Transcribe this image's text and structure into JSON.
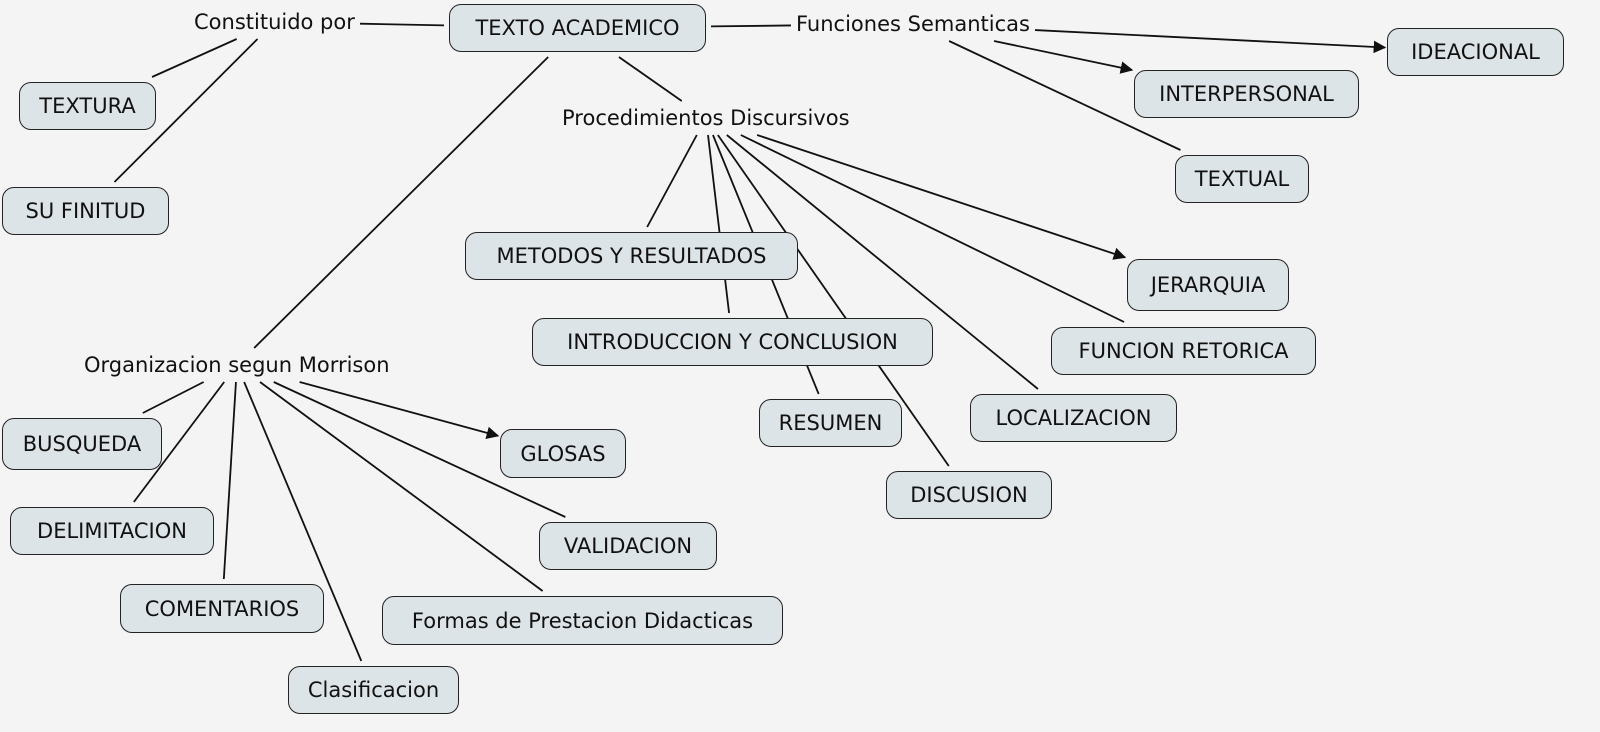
{
  "concepts": {
    "texto_academico": "TEXTO ACADEMICO",
    "textura": "TEXTURA",
    "su_finitud": "SU FINITUD",
    "ideacional": "IDEACIONAL",
    "interpersonal": "INTERPERSONAL",
    "textual": "TEXTUAL",
    "metodos_resultados": "METODOS Y RESULTADOS",
    "introduccion_conclusion": "INTRODUCCION Y CONCLUSION",
    "resumen": "RESUMEN",
    "discusion": "DISCUSION",
    "localizacion": "LOCALIZACION",
    "funcion_retorica": "FUNCION RETORICA",
    "jerarquia": "JERARQUIA",
    "busqueda": "BUSQUEDA",
    "delimitacion": "DELIMITACION",
    "comentarios": "COMENTARIOS",
    "clasificacion": "Clasificacion",
    "formas_prestacion": "Formas de Prestacion Didacticas",
    "validacion": "VALIDACION",
    "glosas": "GLOSAS"
  },
  "linking_phrases": {
    "constituido_por": "Constituido por",
    "funciones_semanticas": "Funciones Semanticas",
    "procedimientos_discursivos": "Procedimientos Discursivos",
    "organizacion_morrison": "Organizacion segun Morrison"
  },
  "links": [
    {
      "from": "texto_academico",
      "to": "constituido_por",
      "arrow": false
    },
    {
      "from": "constituido_por",
      "to": "textura",
      "arrow": false
    },
    {
      "from": "constituido_por",
      "to": "su_finitud",
      "arrow": false
    },
    {
      "from": "texto_academico",
      "to": "funciones_semanticas",
      "arrow": false
    },
    {
      "from": "funciones_semanticas",
      "to": "ideacional",
      "arrow": true
    },
    {
      "from": "funciones_semanticas",
      "to": "interpersonal",
      "arrow": true
    },
    {
      "from": "funciones_semanticas",
      "to": "textual",
      "arrow": false
    },
    {
      "from": "texto_academico",
      "to": "procedimientos_discursivos",
      "arrow": false
    },
    {
      "from": "procedimientos_discursivos",
      "to": "metodos_resultados",
      "arrow": false
    },
    {
      "from": "procedimientos_discursivos",
      "to": "introduccion_conclusion",
      "arrow": false
    },
    {
      "from": "procedimientos_discursivos",
      "to": "resumen",
      "arrow": false
    },
    {
      "from": "procedimientos_discursivos",
      "to": "discusion",
      "arrow": false
    },
    {
      "from": "procedimientos_discursivos",
      "to": "localizacion",
      "arrow": false
    },
    {
      "from": "procedimientos_discursivos",
      "to": "funcion_retorica",
      "arrow": false
    },
    {
      "from": "procedimientos_discursivos",
      "to": "jerarquia",
      "arrow": true
    },
    {
      "from": "texto_academico",
      "to": "organizacion_morrison",
      "arrow": false
    },
    {
      "from": "organizacion_morrison",
      "to": "busqueda",
      "arrow": false
    },
    {
      "from": "organizacion_morrison",
      "to": "delimitacion",
      "arrow": false
    },
    {
      "from": "organizacion_morrison",
      "to": "comentarios",
      "arrow": false
    },
    {
      "from": "organizacion_morrison",
      "to": "clasificacion",
      "arrow": false
    },
    {
      "from": "organizacion_morrison",
      "to": "formas_prestacion",
      "arrow": false
    },
    {
      "from": "organizacion_morrison",
      "to": "validacion",
      "arrow": false
    },
    {
      "from": "organizacion_morrison",
      "to": "glosas",
      "arrow": true
    }
  ]
}
